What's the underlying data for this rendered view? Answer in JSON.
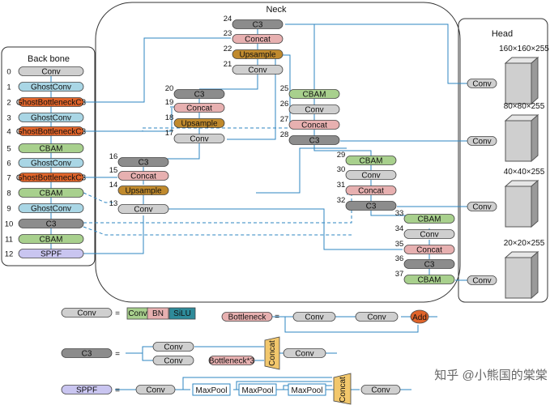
{
  "backbone": {
    "title": "Back bone",
    "indices": [
      "0",
      "1",
      "2",
      "3",
      "4",
      "5",
      "6",
      "7",
      "8",
      "9",
      "10",
      "11",
      "12"
    ],
    "blocks": [
      "Conv",
      "GhostConv",
      "GhostBottleneckC3",
      "GhostConv",
      "GhostBottleneckC3",
      "CBAM",
      "GhostConv",
      "GhostBottleneckC3",
      "CBAM",
      "GhostConv",
      "C3",
      "CBAM",
      "SPPF"
    ]
  },
  "neck": {
    "title": "Neck",
    "indices": [
      "13",
      "14",
      "15",
      "16",
      "17",
      "18",
      "19",
      "20",
      "21",
      "22",
      "23",
      "24",
      "25",
      "26",
      "27",
      "28",
      "29",
      "30",
      "31",
      "32",
      "33",
      "34",
      "35",
      "36",
      "37"
    ],
    "blocks": [
      "Conv",
      "Upsample",
      "Concat",
      "C3",
      "Conv",
      "Upsample",
      "Concat",
      "C3",
      "Conv",
      "Upsample",
      "Concat",
      "C3",
      "CBAM",
      "Conv",
      "Concat",
      "C3",
      "CBAM",
      "Conv",
      "Concat",
      "C3",
      "CBAM",
      "Conv",
      "Concat",
      "C3",
      "CBAM"
    ]
  },
  "head": {
    "title": "Head",
    "conv_label": "Conv",
    "outputs": [
      "160×160×255",
      "80×80×255",
      "40×40×255",
      "20×20×255"
    ]
  },
  "legend": {
    "conv": {
      "name": "Conv",
      "eq": "=",
      "parts": [
        "Conv",
        "BN",
        "SiLU"
      ]
    },
    "bottleneck": {
      "name": "Bottleneck",
      "eq": "=",
      "parts": [
        "Conv",
        "Conv",
        "Add"
      ]
    },
    "c3": {
      "name": "C3",
      "eq": "=",
      "parts": [
        "Conv",
        "Conv",
        "Bottleneck*3",
        "Concat",
        "Conv"
      ]
    },
    "sppf": {
      "name": "SPPF",
      "eq": "=",
      "parts": [
        "Conv",
        "MaxPool",
        "MaxPool",
        "MaxPool",
        "Concat",
        "Conv"
      ]
    }
  },
  "watermark": "知乎 @小熊国的棠棠",
  "colors": {
    "conv": "#cfcfcf",
    "ghostconv": "#a9d6e5",
    "ghostbottleneck": "#e0642a",
    "cbam": "#a8d08d",
    "c3": "#8c8c8c",
    "sppf": "#c9c5f0",
    "concat": "#e7b0b0",
    "upsample": "#c08a2d",
    "arrow": "#2e86c1",
    "add": "#e0642a",
    "head_conv_bg": "#d9d9d9",
    "concat_bar": "#f2c76c",
    "silu": "#2e8b9a"
  }
}
